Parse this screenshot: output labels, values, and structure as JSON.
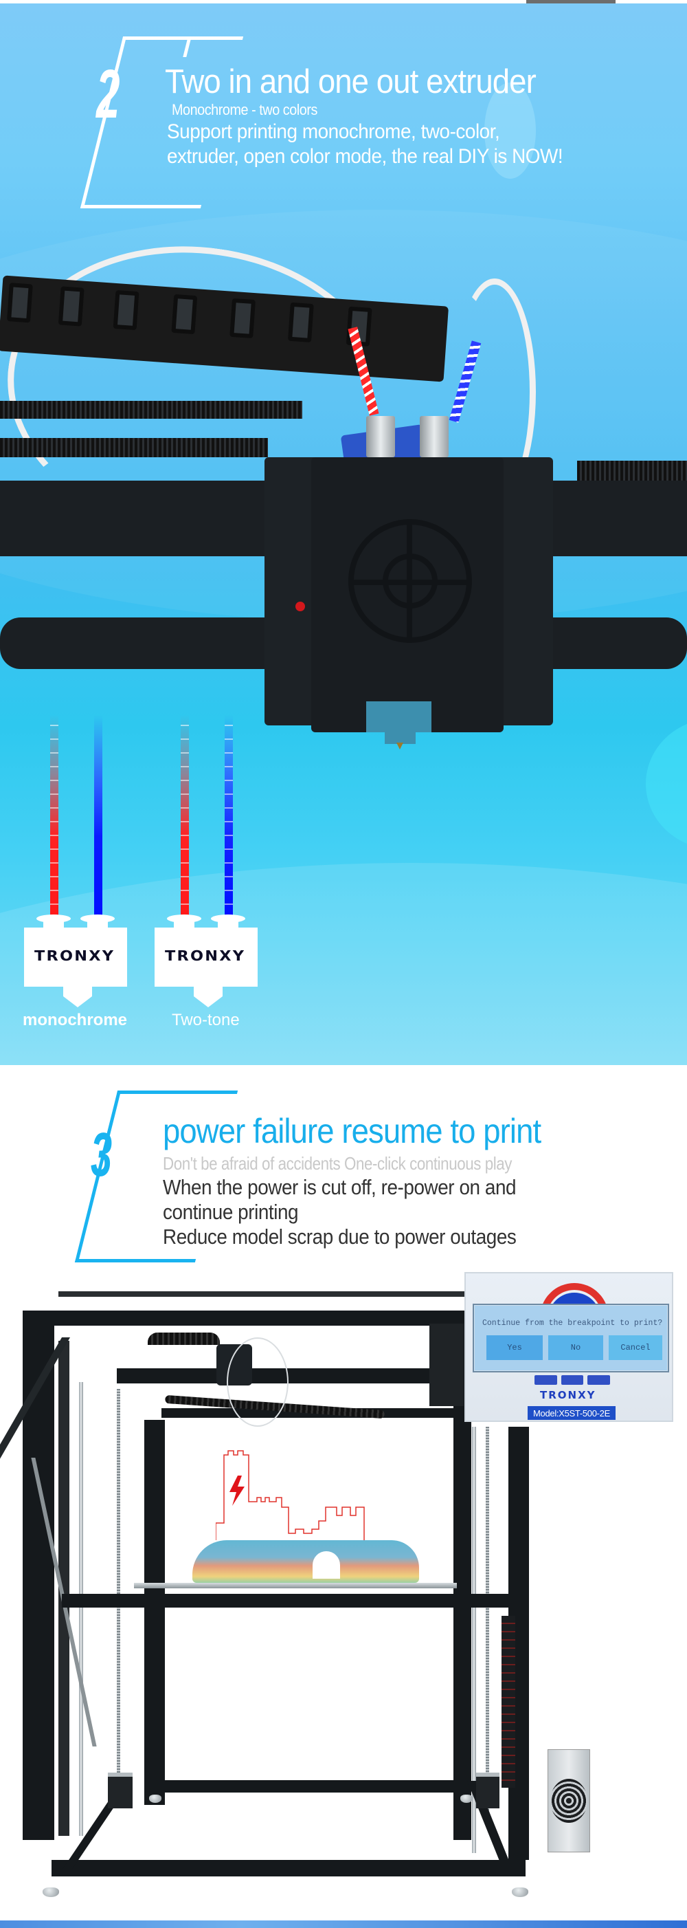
{
  "section_extruder": {
    "step_number": "2",
    "title": "Two in and one out extruder",
    "subtitle": "Monochrome - two colors",
    "body": "Support printing monochrome, two-color, extruder, open color mode, the real DIY is NOW!",
    "diagrams": [
      {
        "brand": "TRONXY",
        "label": "monochrome",
        "left_filament": "red",
        "right_filament": "blue"
      },
      {
        "brand": "TRONXY",
        "label": "Two-tone",
        "left_filament": "red",
        "right_filament": "blue"
      }
    ],
    "colors": {
      "background_top": "#7ecbf8",
      "background_bottom": "#2ec8ef",
      "text": "#ffffff",
      "filament_red": "#ff1a1a",
      "filament_blue": "#0010ff"
    }
  },
  "section_power": {
    "step_number": "3",
    "title": "power failure resume to print",
    "subtitle": "Don't be afraid of accidents  One-click continuous play",
    "body_line_1": "When the power is cut off, re-power on and continue printing",
    "body_line_2": "Reduce model scrap due to power outages",
    "colors": {
      "accent": "#18aeeb",
      "subtitle": "#c8c8c8",
      "body": "#333333",
      "outline": "#e0322c"
    },
    "lcd": {
      "question": "Continue from the breakpoint to print?",
      "buttons": [
        "Yes",
        "No",
        "Cancel"
      ],
      "brand": "TRONXY",
      "model": "Model:X5ST-500-2E"
    }
  }
}
